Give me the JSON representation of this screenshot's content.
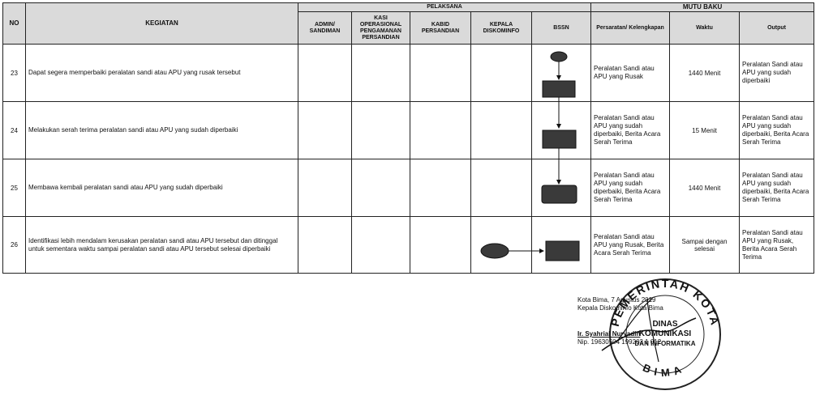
{
  "table": {
    "headers": {
      "no": "NO",
      "kegiatan": "KEGIATAN",
      "pelaksana": "Pelaksana",
      "mutu_baku": "Mutu Baku",
      "admin_sandiman": "ADMIN/ SANDIMAN",
      "kasi": "KASI OPERASIONAL PENGAMANAN PERSANDIAN",
      "kabid": "KABID PERSANDIAN",
      "kepala": "KEPALA DISKOMINFO",
      "bssn": "BSSN",
      "persyaratan": "Persaratan/ Kelengkapan",
      "waktu": "Waktu",
      "output": "Output"
    },
    "rows": [
      {
        "no": "23",
        "kegiatan": "Dapat segera memperbaiki peralatan sandi atau APU yang rusak tersebut",
        "persyaratan": "Peralatan Sandi atau APU yang Rusak",
        "waktu": "1440 Menit",
        "output": "Peralatan Sandi atau APU yang sudah diperbaiki"
      },
      {
        "no": "24",
        "kegiatan": "Melakukan serah terima peralatan sandi atau APU yang sudah diperbaiki",
        "persyaratan": "Peralatan Sandi atau APU yang sudah diperbaiki, Berita Acara Serah Terima",
        "waktu": "15 Menit",
        "output": "Peralatan Sandi atau APU yang sudah diperbaiki, Berita Acara Serah Terima"
      },
      {
        "no": "25",
        "kegiatan": "Membawa kembali peralatan sandi atau APU yang sudah diperbaiki",
        "persyaratan": "Peralatan Sandi atau APU yang sudah diperbaiki, Berita Acara Serah Terima",
        "waktu": "1440 Menit",
        "output": "Peralatan Sandi atau APU yang sudah diperbaiki, Berita Acara Serah Terima"
      },
      {
        "no": "26",
        "kegiatan": "Identifikasi lebih mendalam kerusakan peralatan sandi atau APU tersebut dan ditinggal untuk sementara waktu sampai peralatan sandi atau APU tersebut selesai diperbaiki",
        "persyaratan": "Peralatan Sandi atau APU yang Rusak, Berita Acara Serah Terima",
        "waktu": "Sampai dengan selesai",
        "output": "Peralatan Sandi atau APU yang Rusak, Berita Acara Serah Terima"
      }
    ]
  },
  "signature": {
    "place_date": "Kota Bima, 7 Agustus 2019",
    "position": "Kepala Diskominfo Kota Bima",
    "name": "Ir. Syahrial Nuryadin",
    "nip": "Nip. 19630504 199203 1 012"
  },
  "stamp": {
    "top_arc": "PEMERINTAH KOTA",
    "line1": "DINAS",
    "line2": "KOMUNIKASI",
    "line3": "DAN INFORMATIKA",
    "bottom": "BIMA"
  },
  "colors": {
    "header_bg": "#dadada",
    "shape_fill": "#3a3a3a",
    "border": "#222222"
  }
}
